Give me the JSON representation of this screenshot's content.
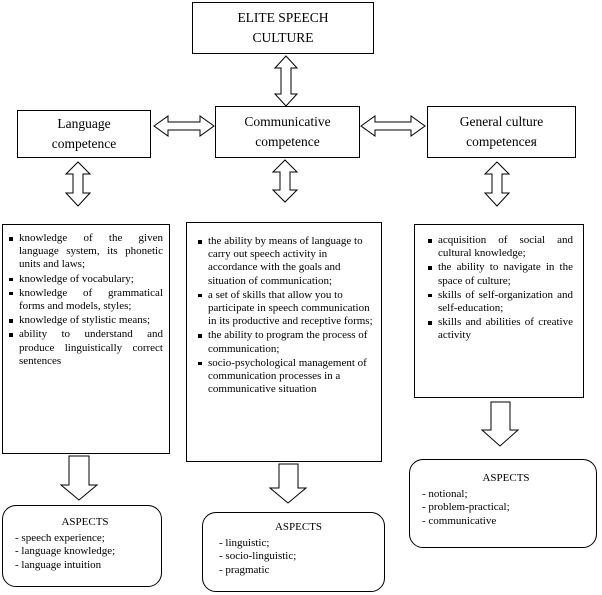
{
  "top": {
    "line1": "ELITE SPEECH",
    "line2": "CULTURE"
  },
  "language": {
    "title1": "Language",
    "title2": "competence",
    "items": [
      "knowledge of the given language system, its phonetic units and laws;",
      "knowledge of vocabulary;",
      "knowledge of grammatical forms and models, styles;",
      "knowledge of stylistic means;",
      "ability to understand and produce linguistically correct sentences"
    ],
    "aspects": {
      "title": "ASPECTS",
      "items": [
        "- speech experience;",
        "- language knowledge;",
        "- language intuition"
      ]
    }
  },
  "communicative": {
    "title1": "Communicative",
    "title2": "competence",
    "items": [
      "the ability by means of language to carry out speech activity in accordance with the goals and situation of communication;",
      "a set of skills that allow you to participate in speech communication in its productive and receptive forms;",
      "the ability to program the process of communication;",
      "socio-psychological management of communication processes in a communicative situation"
    ],
    "aspects": {
      "title": "ASPECTS",
      "items": [
        "- linguistic;",
        "- socio-linguistic;",
        "- pragmatic"
      ]
    }
  },
  "general": {
    "title1": "General culture",
    "title2": "competenceя",
    "items": [
      "acquisition of social and cultural knowledge;",
      "the ability to navigate in the space of culture;",
      "skills of self-organization and self-education;",
      "skills and abilities of creative activity"
    ],
    "aspects": {
      "title": "ASPECTS",
      "items": [
        "- notional;",
        "- problem-practical;",
        "- communicative"
      ]
    }
  }
}
